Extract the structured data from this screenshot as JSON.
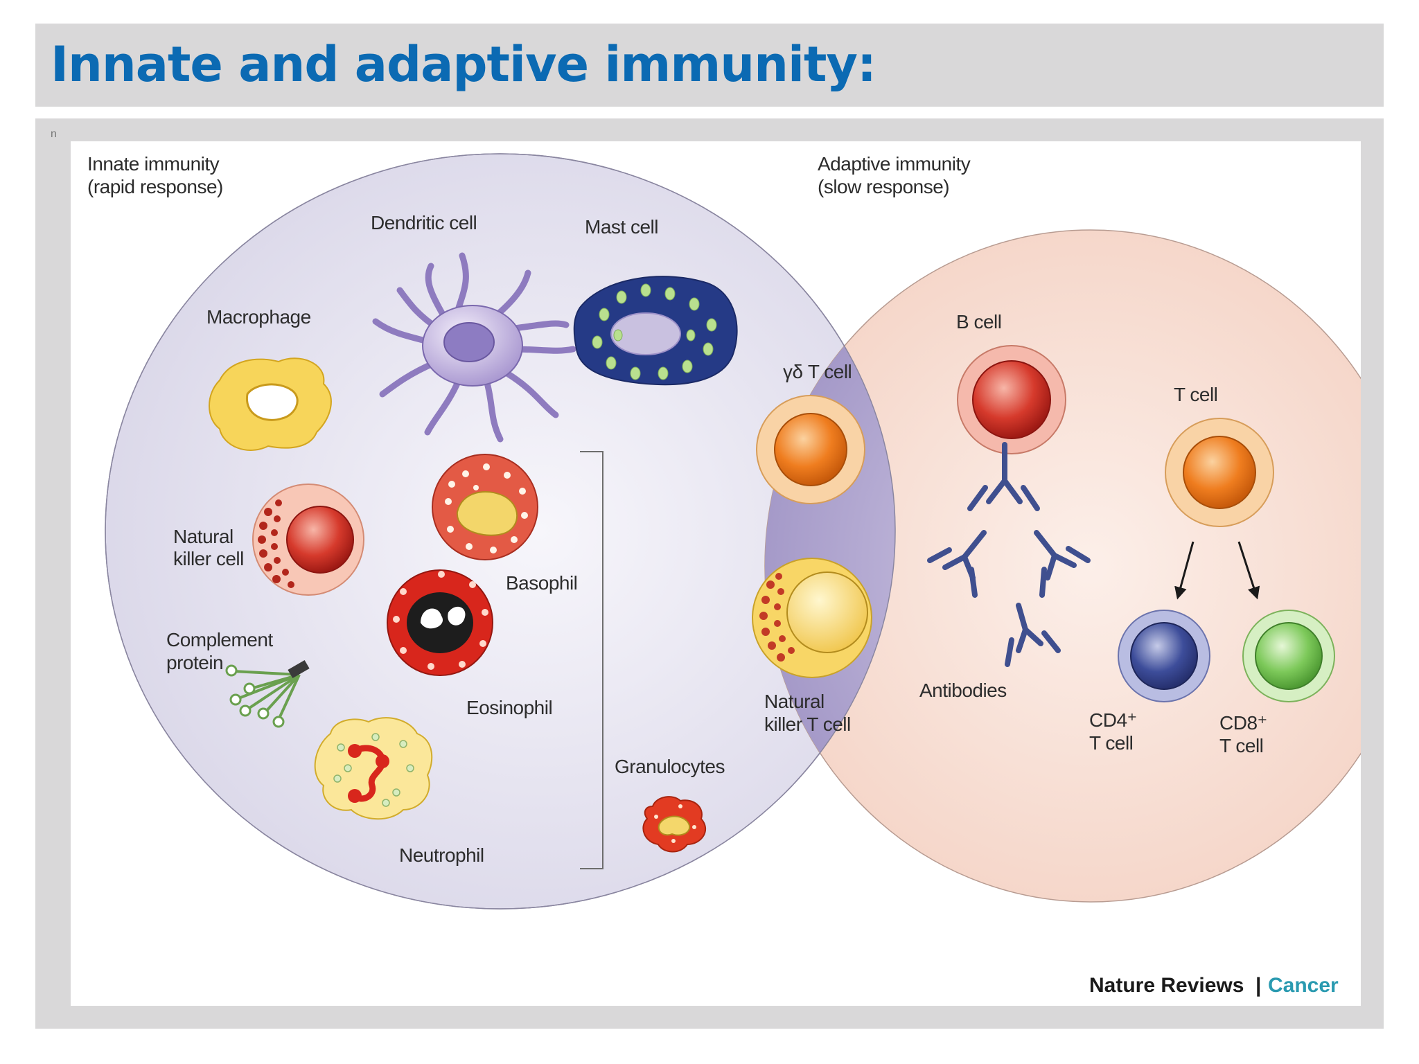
{
  "header": {
    "title": "Innate and adaptive immunity:"
  },
  "content": {
    "stray_mark": "n"
  },
  "diagram": {
    "innate": {
      "title_line1": "Innate immunity",
      "title_line2": "(rapid response)"
    },
    "adaptive": {
      "title_line1": "Adaptive immunity",
      "title_line2": "(slow response)"
    },
    "cells": {
      "dendritic": "Dendritic cell",
      "mast": "Mast cell",
      "macrophage": "Macrophage",
      "nk_line1": "Natural",
      "nk_line2": "killer cell",
      "basophil": "Basophil",
      "complement_line1": "Complement",
      "complement_line2": "protein",
      "eosinophil": "Eosinophil",
      "neutrophil": "Neutrophil",
      "granulocytes": "Granulocytes",
      "gd_t_cell": "γδ T cell",
      "nkt_line1": "Natural",
      "nkt_line2": "killer T cell",
      "b_cell": "B cell",
      "antibodies": "Antibodies",
      "t_cell": "T cell",
      "cd4_line1": "CD4⁺",
      "cd4_line2": "T cell",
      "cd8_line1": "CD8⁺",
      "cd8_line2": "T cell"
    },
    "credit": {
      "journal": "Nature Reviews",
      "separator": "|",
      "section": "Cancer"
    }
  },
  "colors": {
    "title": "#0b6ab3",
    "innate_circle": "#e4e2ef",
    "adaptive_circle": "#f8ddd3",
    "overlap": "#a69bc9",
    "credit_accent": "#2a9ab0"
  }
}
